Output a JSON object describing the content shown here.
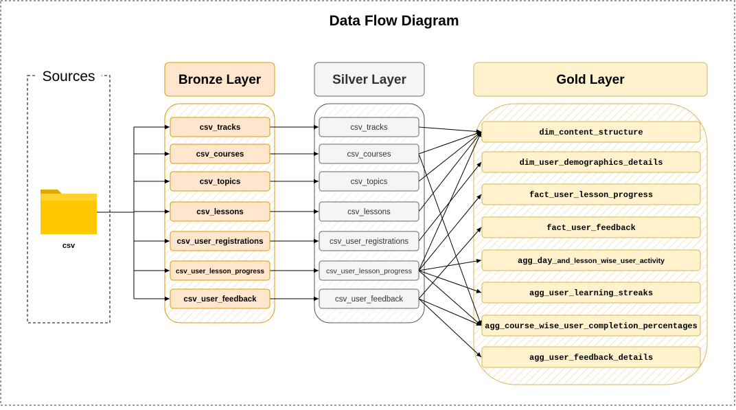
{
  "title": "Data Flow Diagram",
  "sources": {
    "heading": "Sources",
    "items": [
      {
        "label": "csv",
        "icon": "folder-icon"
      }
    ]
  },
  "bronze": {
    "heading": "Bronze Layer",
    "items": [
      "csv_tracks",
      "csv_courses",
      "csv_topics",
      "csv_lessons",
      "csv_user_registrations",
      "csv_user_lesson_progress",
      "csv_user_feedback"
    ]
  },
  "silver": {
    "heading": "Silver Layer",
    "items": [
      "csv_tracks",
      "csv_courses",
      "csv_topics",
      "csv_lessons",
      "csv_user_registrations",
      "csv_user_lesson_progress",
      "csv_user_feedback"
    ]
  },
  "gold": {
    "heading": "Gold Layer",
    "items": [
      {
        "prefix": "dim_content_structure",
        "suffix": ""
      },
      {
        "prefix": "dim_user_demographics_details",
        "suffix": ""
      },
      {
        "prefix": "fact_user_lesson_progress",
        "suffix": ""
      },
      {
        "prefix": "fact_user_feedback",
        "suffix": ""
      },
      {
        "prefix": "agg_day_",
        "suffix": "and_lesson_wise_user_activity"
      },
      {
        "prefix": "agg_user_learning_streaks",
        "suffix": ""
      },
      {
        "prefix": "agg_course_wise_user_completion_percentages",
        "suffix": ""
      },
      {
        "prefix": "agg_user_feedback_details",
        "suffix": ""
      }
    ]
  },
  "colors": {
    "bronze_fill": "#ffe6cc",
    "bronze_stroke": "#d79b00",
    "silver_fill": "#f5f5f5",
    "silver_stroke": "#666666",
    "gold_fill": "#fff2cc",
    "gold_stroke": "#d6b656",
    "folder": "#ffc800"
  },
  "edges": [
    {
      "from": 0,
      "to": [
        0
      ]
    },
    {
      "from": 1,
      "to": [
        0,
        6
      ]
    },
    {
      "from": 2,
      "to": [
        0
      ]
    },
    {
      "from": 3,
      "to": [
        0
      ]
    },
    {
      "from": 4,
      "to": [
        1
      ]
    },
    {
      "from": 5,
      "to": [
        0,
        2,
        4,
        5,
        6
      ]
    },
    {
      "from": 6,
      "to": [
        3,
        6,
        7
      ]
    }
  ]
}
